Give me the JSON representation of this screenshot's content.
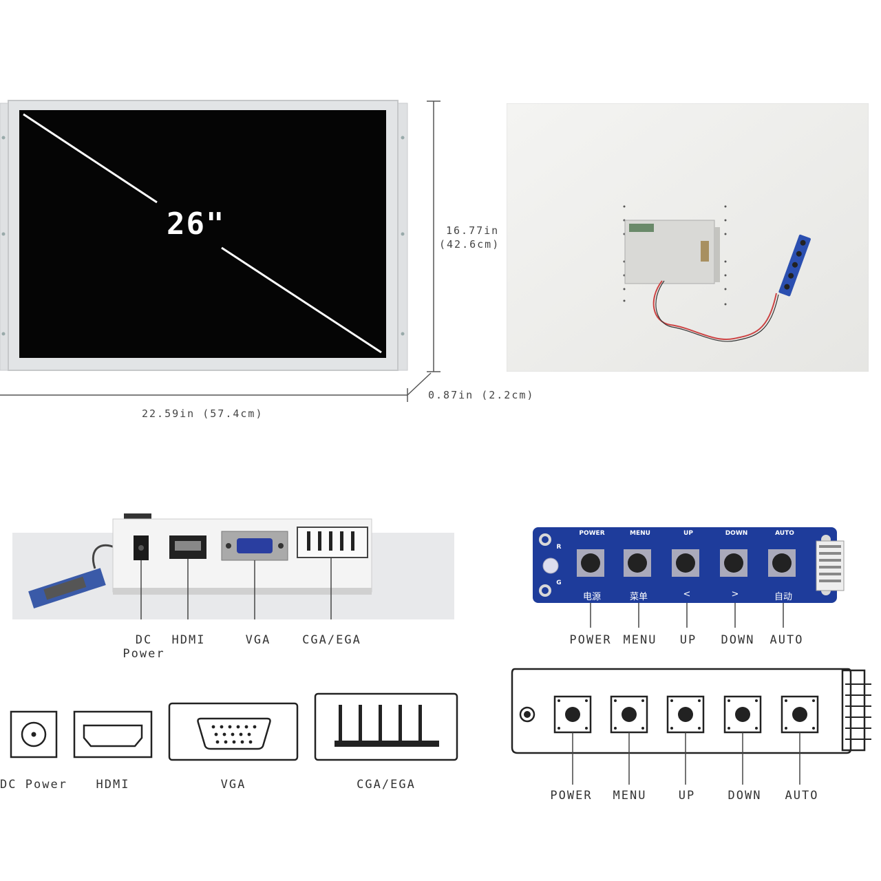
{
  "screen": {
    "size_label": "26\"",
    "height_label_in": "16.77in",
    "height_label_cm": "(42.6cm)",
    "width_label": "22.59in (57.4cm)",
    "depth_label": "0.87in (2.2cm)"
  },
  "ports_photo": {
    "labels": {
      "dc": "DC",
      "dc_sub": "Power",
      "hdmi": "HDMI",
      "vga": "VGA",
      "cga": "CGA/EGA"
    }
  },
  "keypad_photo": {
    "top_labels": [
      "POWER",
      "MENU",
      "UP",
      "DOWN",
      "AUTO"
    ],
    "zh_labels": [
      "电源",
      "菜单",
      "<",
      ">",
      "自动"
    ],
    "side_marks": [
      "R",
      "G"
    ],
    "labels": [
      "POWER",
      "MENU",
      "UP",
      "DOWN",
      "AUTO"
    ]
  },
  "port_icons": {
    "labels": {
      "dc": "DC Power",
      "hdmi": "HDMI",
      "vga": "VGA",
      "cga": "CGA/EGA"
    }
  },
  "keypad_icon": {
    "labels": [
      "POWER",
      "MENU",
      "UP",
      "DOWN",
      "AUTO"
    ]
  },
  "colors": {
    "panel_black": "#050505",
    "frame_silver": "#e2e4e6",
    "pcb_blue": "#1e3c9b",
    "line_gray": "#555555"
  }
}
